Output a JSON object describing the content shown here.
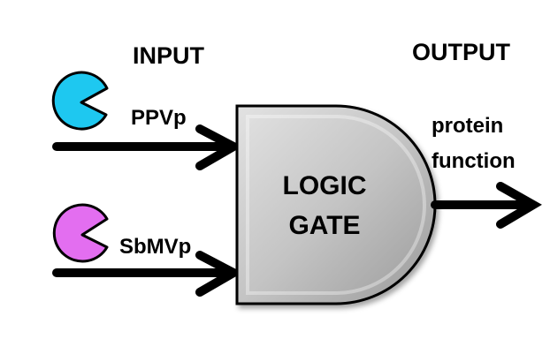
{
  "labels": {
    "input": "INPUT",
    "output": "OUTPUT",
    "input_1": "PPVp",
    "input_2": "SbMVp",
    "output_line_1": "protein",
    "output_line_2": "function",
    "gate_line_1": "LOGIC",
    "gate_line_2": "GATE"
  },
  "colors": {
    "protease_1": "#1ec8f0",
    "protease_2": "#e36ef0",
    "gate_fill": "#c4c4c4"
  }
}
